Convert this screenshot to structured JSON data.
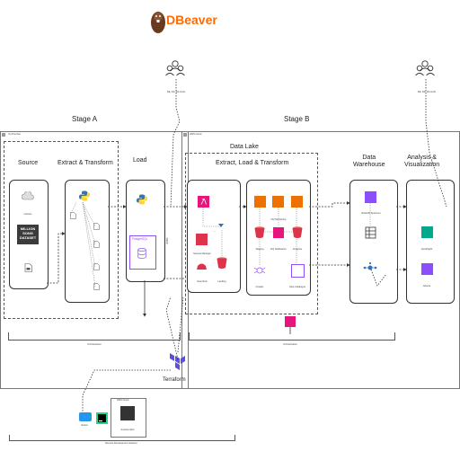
{
  "header": {
    "logo_text": "DBeaver",
    "users_left_caption": "DE, DS, DA & ML",
    "users_right_caption": "DE, DS, DA & ML"
  },
  "stages": {
    "stage_a": "Stage A",
    "stage_b": "Stage B"
  },
  "containers": {
    "on_premise": "On-Premise",
    "aws_cloud": "AWS Cloud",
    "data_lake": "Data Lake",
    "aws_cloud_2": "AWS Cloud"
  },
  "sections": {
    "source": "Source",
    "extract_transform": "Extract & Transform",
    "load": "Load",
    "elt": "Extract, Load & Transform",
    "data_warehouse": "Data\nWarehouse",
    "analysis": "Analysis &\nVisualization"
  },
  "nodes": {
    "internet": "Internet",
    "dataset_logo": "MILLION SONG DATASET",
    "postgres_label": "PostgreSQL",
    "jdbc_left": "JDBC",
    "secrets_manager": "Secrets Manager",
    "glue_role": "Glue Role",
    "landing": "Landing",
    "dq_monitoring": "DQ Monitoring",
    "staging": "Staging",
    "dq_notification": "DQ Notification",
    "analytics": "Analytics",
    "crawler": "Crawler",
    "glue_catalogue": "Glue Catalogue",
    "redshift_spectrum": "Redshift Spectrum",
    "quicksight": "QuickSight",
    "athena": "Athena",
    "terraform": "Terraform",
    "docker": "docker",
    "amazon_ec2": "Amazon EC2",
    "orchestration_left": "Orchestration",
    "orchestration_right": "Orchestration",
    "remote_dev": "Remote Development Instance"
  },
  "colors": {
    "aws_pink": "#e7157b",
    "aws_red": "#dd344c",
    "aws_orange": "#ed7100",
    "aws_purple": "#8c4fff",
    "aws_teal": "#01a88d",
    "aws_blue": "#2e73b8",
    "terraform": "#5c4ee5",
    "dbeaver_orange": "#ff6a00"
  }
}
